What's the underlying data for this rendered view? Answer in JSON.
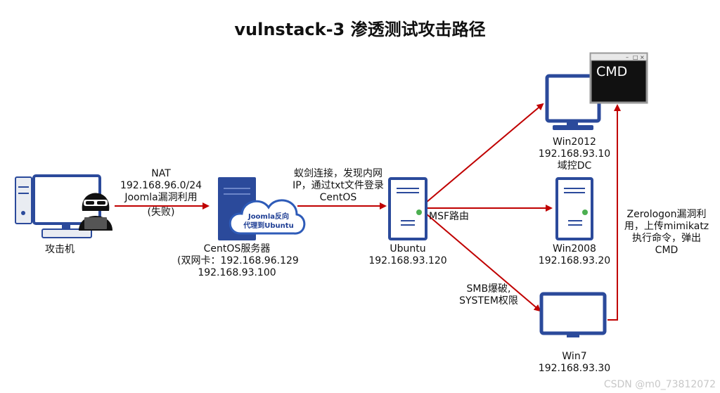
{
  "title": "vulnstack-3 渗透测试攻击路径",
  "nodes": {
    "attacker": {
      "lines": [
        "攻击机"
      ]
    },
    "centos": {
      "lines": [
        "CentOS服务器",
        "(双网卡：192.168.96.129",
        "192.168.93.100"
      ]
    },
    "cloud": {
      "lines": [
        "Joomla反向",
        "代理到Ubuntu"
      ]
    },
    "ubuntu": {
      "lines": [
        "Ubuntu",
        "192.168.93.120"
      ]
    },
    "win2012": {
      "lines": [
        "Win2012",
        "192.168.93.10",
        "域控DC"
      ]
    },
    "win2008": {
      "lines": [
        "Win2008",
        "192.168.93.20"
      ]
    },
    "win7": {
      "lines": [
        "Win7",
        "192.168.93.30"
      ]
    },
    "cmd": {
      "label": "CMD"
    }
  },
  "edges": {
    "attacker_centos": {
      "lines": [
        "NAT",
        "192.168.96.0/24",
        "Joomla漏洞利用",
        "(失败)"
      ]
    },
    "centos_ubuntu": {
      "lines": [
        "蚁剑连接，发现内网",
        "IP，通过txt文件登录",
        "CentOS"
      ]
    },
    "ubuntu_win2008": {
      "lines": [
        "MSF路由"
      ]
    },
    "ubuntu_win7": {
      "lines": [
        "SMB爆破,",
        "SYSTEM权限"
      ]
    },
    "win7_cmd": {
      "lines": [
        "Zerologon漏洞利",
        "用，上传mimikatz",
        "执行命令，弹出",
        "CMD"
      ]
    }
  },
  "colors": {
    "arrow": "#c00000",
    "server": "#2b4a9b",
    "accent": "#2e5bb8",
    "led": "#4caf50"
  },
  "watermark": "CSDN @m0_73812072"
}
